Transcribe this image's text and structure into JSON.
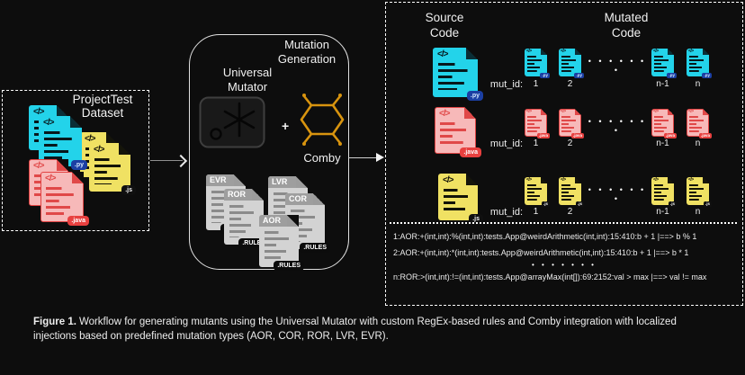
{
  "glyph": "</>",
  "background": "#0d0d0d",
  "colors": {
    "python_cyan": "#23d3ea",
    "javascript_yellow": "#f0e163",
    "java_pink": "#f7b9b9",
    "java_red": "#e8403f",
    "py_badge_blue": "#1b3fa3",
    "comby_orange": "#d8940f",
    "rules_gray": "#d3d3d3"
  },
  "left_panel": {
    "title_line1": "ProjectTest",
    "title_line2": "Dataset",
    "files": [
      {
        "name": "python-tests",
        "badge": ".py"
      },
      {
        "name": "javascript-tests",
        "badge": ".js"
      },
      {
        "name": "java-tests",
        "badge": ".java"
      }
    ]
  },
  "mutation_box": {
    "title_line1": "Mutation",
    "title_line2": "Generation",
    "tool_line1": "Universal",
    "tool_line2": "Mutator",
    "plus_sign": "+",
    "comby_label": "Comby",
    "rule_files": [
      {
        "label": "EVR",
        "badge": ".RULES"
      },
      {
        "label": "ROR",
        "badge": ".RULES"
      },
      {
        "label": "LVR",
        "badge": ".RULES"
      },
      {
        "label": "COR",
        "badge": ".RULES"
      },
      {
        "label": "AOR",
        "badge": ".RULES"
      }
    ]
  },
  "right_panel": {
    "source_header_line1": "Source",
    "source_header_line2": "Code",
    "mutated_header_line1": "Mutated",
    "mutated_header_line2": "Code",
    "rows": [
      {
        "lang": "python",
        "badge": ".py",
        "mut_id_label": "mut_id:",
        "ids": [
          "1",
          "2",
          "n-1",
          "n"
        ],
        "dots": "• • • • • • •"
      },
      {
        "lang": "java",
        "badge": ".java",
        "mut_id_label": "mut_id:",
        "ids": [
          "1",
          "2",
          "n-1",
          "n"
        ],
        "dots": "• • • • • • •"
      },
      {
        "lang": "javascript",
        "badge": ".js",
        "mut_id_label": "mut_id:",
        "ids": [
          "1",
          "2",
          "n-1",
          "n"
        ],
        "dots": "• • • • • • •"
      }
    ],
    "mutation_log": {
      "line1": "1:AOR:+(int,int):%(int,int):tests.App@weirdArithmetic(int,int):15:410:b + 1 |==> b % 1",
      "line2": "2:AOR:+(int,int):*(int,int):tests.App@weirdArithmetic(int,int):15:410:b + 1 |==> b * 1",
      "dots": "• • • • • • •",
      "line3": "n:ROR:>(int,int):!=(int,int):tests.App@arrayMax(int[]):69:2152:val > max |==> val != max"
    }
  },
  "caption": {
    "label": "Figure 1.",
    "text": "Workflow for generating mutants using the Universal Mutator with custom RegEx-based rules and Comby integration with localized injections based on predefined mutation types (AOR, COR, ROR, LVR, EVR)."
  }
}
